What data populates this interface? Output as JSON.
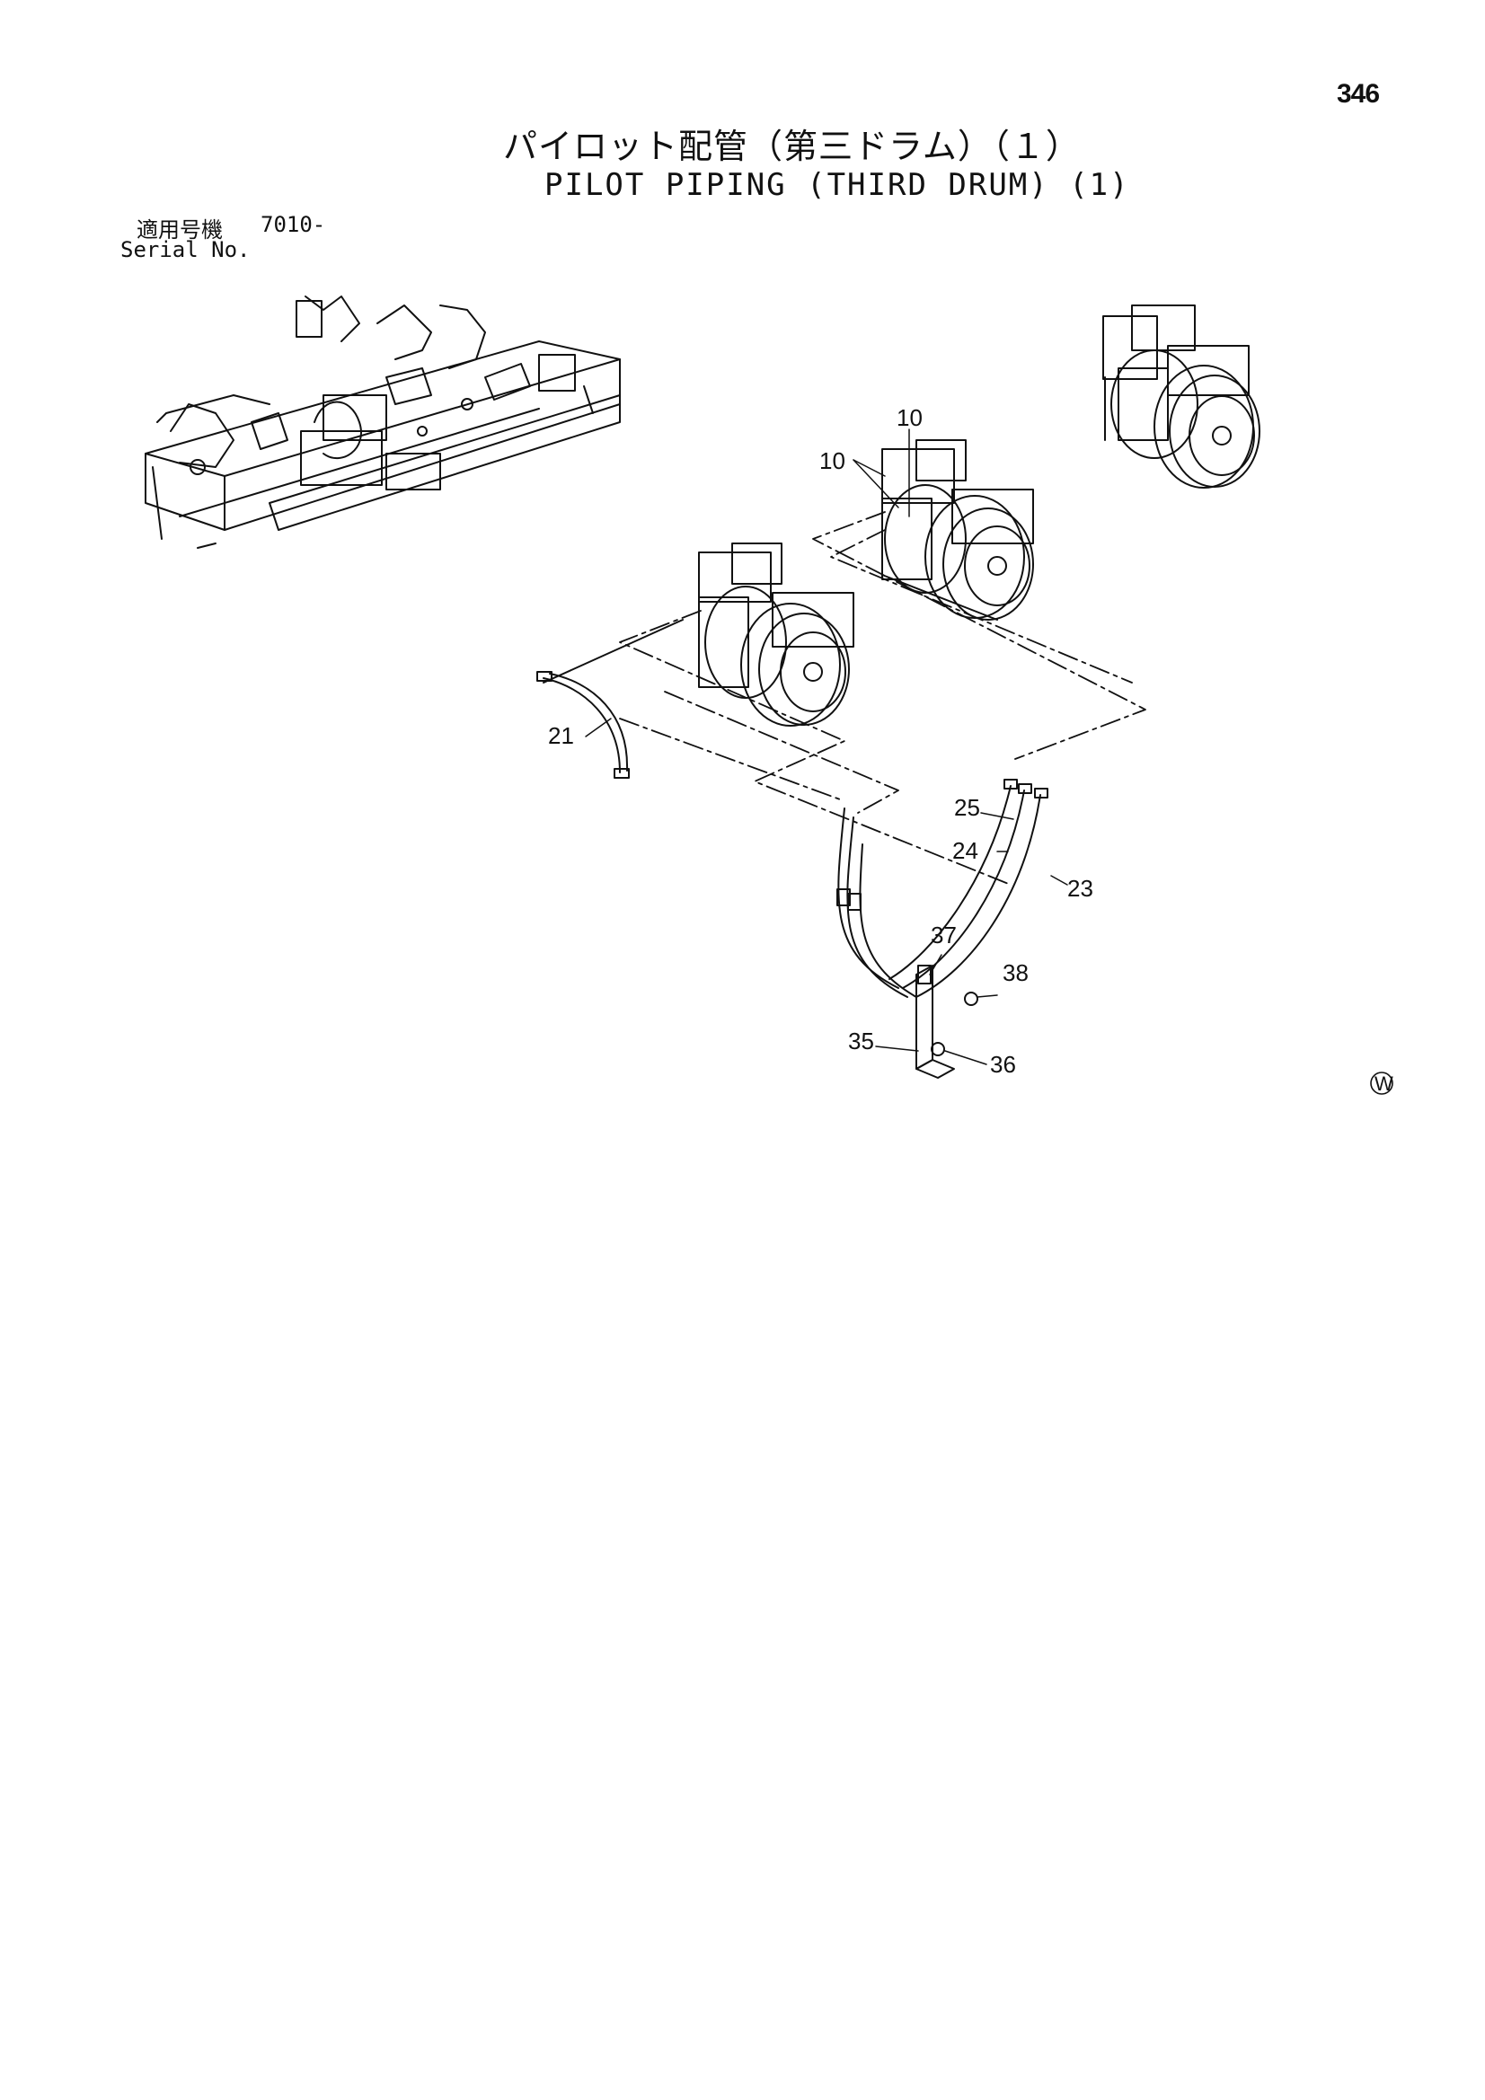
{
  "page": {
    "number": "346"
  },
  "title": {
    "japanese": "パイロット配管（第三ドラム）（１）",
    "english": "PILOT PIPING (THIRD DRUM) (1)"
  },
  "serial": {
    "label_jp": "適用号機",
    "label_en": "Serial No.",
    "value": "7010-"
  },
  "callouts": {
    "c10a": "10",
    "c10b": "10",
    "c21": "21",
    "c23": "23",
    "c24": "24",
    "c25": "25",
    "c35": "35",
    "c36": "36",
    "c37": "37",
    "c38": "38"
  },
  "watermark": {
    "symbol": "W"
  },
  "icons": [
    "machine-frame-icon",
    "winch-motor-icon",
    "hose-icon",
    "bracket-icon",
    "bolt-icon"
  ]
}
